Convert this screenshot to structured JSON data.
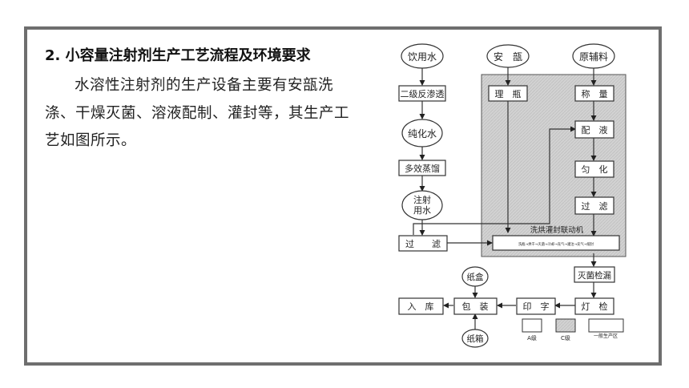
{
  "heading": "2. 小容量注射剂生产工艺流程及环境要求",
  "paragraph": "水溶性注射剂的生产设备主要有安瓿洗涤、干燥灭菌、溶液配制、灌封等，其生产工艺如图所示。",
  "diagram": {
    "nodes": {
      "water": "饮用水",
      "ampoule": "安　瓿",
      "materials": "原辅料",
      "ro": "二级反渗透",
      "arrange": "理　瓶",
      "weigh": "称　量",
      "pure_water": "纯化水",
      "prepare": "配　液",
      "distill": "多效蒸馏",
      "homogenize": "匀　化",
      "wfi_line1": "注射",
      "wfi_line2": "用水",
      "filter_left": "过　　滤",
      "filter_right": "过　滤",
      "machine_label": "洗烘灌封联动机",
      "machine_steps": "洗瓶→烘干→灭菌→冷却→充气→灌注→充气→熔封",
      "sterilize": "灭菌检漏",
      "lamp": "灯　检",
      "print": "印　字",
      "pack": "包　装",
      "store": "入　库",
      "carton": "纸盒",
      "case": "纸箱"
    },
    "legend": {
      "a": "A级",
      "c": "C级",
      "general": "一般生产区"
    },
    "colors": {
      "c_zone": "#cfcfcf",
      "line": "#333333"
    }
  }
}
